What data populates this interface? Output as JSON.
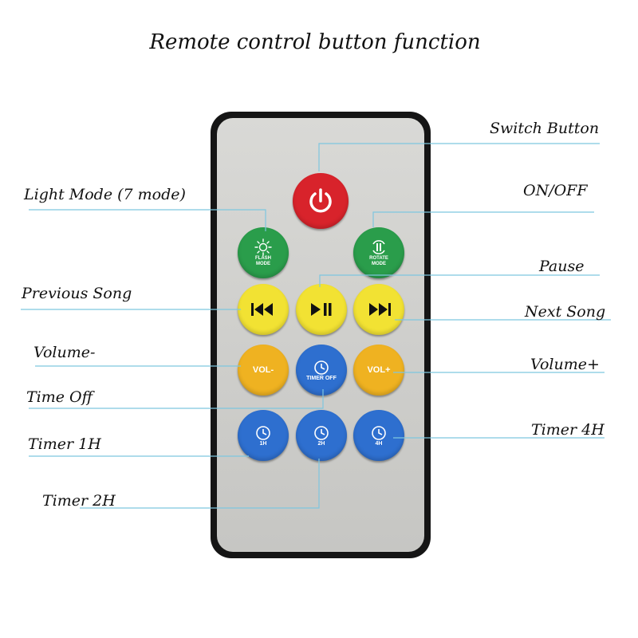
{
  "title": "Remote control button function",
  "labels": {
    "switch_button": "Switch Button",
    "light_mode": "Light Mode (7 mode)",
    "on_off": "ON/OFF",
    "pause": "Pause",
    "previous_song": "Previous Song",
    "next_song": "Next Song",
    "volume_minus": "Volume-",
    "volume_plus": "Volume+",
    "time_off": "Time Off",
    "timer_1h": "Timer 1H",
    "timer_4h": "Timer 4H",
    "timer_2h": "Timer 2H"
  },
  "buttons": {
    "flash_mode": "FLASH\nMODE",
    "rotate_mode": "ROTATE\nMODE",
    "vol_minus": "VOL-",
    "vol_plus": "VOL+",
    "timer_off": "TIMER OFF",
    "h1": "1H",
    "h2": "2H",
    "h4": "4H"
  },
  "colors": {
    "leader_line": "#7ec6df",
    "power": "#d8232b",
    "mode_buttons": "#2a9d4b",
    "media_buttons": "#f2e233",
    "volume_buttons": "#efb221",
    "timer_buttons": "#2e6fcf"
  }
}
